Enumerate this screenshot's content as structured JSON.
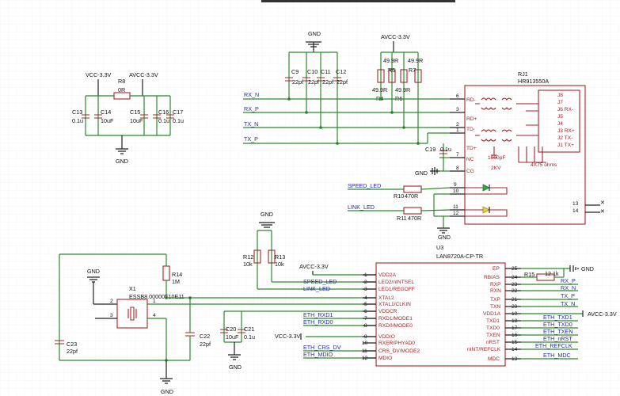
{
  "power": {
    "gnd": "GND",
    "vcc": "VCC-3.3V",
    "avcc": "AVCC-3.3V"
  },
  "filter": {
    "r8_ref": "R8",
    "r8_val": "0R",
    "c13_ref": "C13",
    "c13_val": "0.1u",
    "c14_ref": "C14",
    "c14_val": "10uF",
    "c15_ref": "C15",
    "c15_val": "10uF",
    "c16_ref": "C16",
    "c16_val": "0.1u",
    "c17_ref": "C17",
    "c17_val": "0.1u"
  },
  "term_caps": [
    {
      "ref": "C9",
      "val": "22pf"
    },
    {
      "ref": "C10",
      "val": "22pf"
    },
    {
      "ref": "C11",
      "val": "22pf"
    },
    {
      "ref": "C12",
      "val": "22pf"
    }
  ],
  "term_res": [
    {
      "ref": "R4",
      "val": "49.9R"
    },
    {
      "ref": "R5",
      "val": "49.9R"
    },
    {
      "ref": "R6",
      "val": "49.9R"
    },
    {
      "ref": "R7",
      "val": "49.9R"
    }
  ],
  "nets": {
    "rx_n": "RX_N",
    "rx_p": "RX_P",
    "tx_n": "TX_N",
    "tx_p": "TX_P",
    "speed_led": "SPEED_LED",
    "link_led": "LINK_LED",
    "eth_rxd1": "ETH_RXD1",
    "eth_rxd0": "ETH_RXD0",
    "eth_crs_dv": "ETH_CRS_DV",
    "eth_mdio": "ETH_MDIO",
    "rxp": "RX_P",
    "rxn": "RX_N",
    "txp": "TX_P",
    "txn": "TX_N",
    "eth_txd1": "ETH_TXD1",
    "eth_txd0": "ETH_TXD0",
    "eth_txen": "ETH_TXEN",
    "eth_nrst": "ETH_nRST",
    "eth_refclk": "ETH_REFCLK",
    "eth_mdc": "ETH_MDC"
  },
  "rj1": {
    "ref": "RJ1",
    "part": "HR913550A",
    "pins_left": [
      "6",
      "3",
      "2",
      "1",
      "7",
      "8",
      "9",
      "10",
      "11",
      "12"
    ],
    "pins_right": [
      "13",
      "14"
    ],
    "inner_left": [
      "RD-",
      "RD+",
      "TD-",
      "TD+",
      "NC",
      "CG"
    ],
    "inner_right": [
      "J8",
      "J7",
      "J6 RX-",
      "J5",
      "J4",
      "J3 RX+",
      "J2 TX-",
      "J1 TX+"
    ],
    "cap_note": "1000pF",
    "kv_note": "2KV",
    "res_note": "4X75 ohms"
  },
  "c19": {
    "ref": "C19",
    "val": "0.1u"
  },
  "leds": {
    "r10_ref": "R10",
    "r10_val": "470R",
    "r11_ref": "R11",
    "r11_val": "470R"
  },
  "pullups": {
    "r12_ref": "R12",
    "r12_val": "10k",
    "r13_ref": "R13",
    "r13_val": "10k"
  },
  "crystal": {
    "ref": "X1",
    "part": "ESSB8.00000F10E11",
    "r14_ref": "R14",
    "r14_val": "1M",
    "c22_ref": "C22",
    "c22_val": "22pf",
    "c23_ref": "C23",
    "c23_val": "22pf"
  },
  "decoupling": {
    "c20_ref": "C20",
    "c20_val": "10uF",
    "c21_ref": "C21",
    "c21_val": "0.1u"
  },
  "u3": {
    "ref": "U3",
    "part": "LAN8720A-CP-TR",
    "left_pins": [
      {
        "num": "1",
        "name": "VDD2A"
      },
      {
        "num": "2",
        "name": "LED2/nINTSEL"
      },
      {
        "num": "3",
        "name": "LED1/REGOFF"
      },
      {
        "num": "4",
        "name": "XTAL2"
      },
      {
        "num": "5",
        "name": "XTAL1/CLKIN"
      },
      {
        "num": "6",
        "name": "VDDCR"
      },
      {
        "num": "7",
        "name": "RXD1/MODE1"
      },
      {
        "num": "8",
        "name": "RXD0/MODE0"
      },
      {
        "num": "9",
        "name": "VDDIO"
      },
      {
        "num": "10",
        "name": "RXER/PHYAD0"
      },
      {
        "num": "11",
        "name": "CRS_DV/MODE2"
      },
      {
        "num": "12",
        "name": "MDIO"
      }
    ],
    "right_pins": [
      {
        "num": "25",
        "name": "EP"
      },
      {
        "num": "24",
        "name": "RBIAS"
      },
      {
        "num": "23",
        "name": "RXP"
      },
      {
        "num": "22",
        "name": "RXN"
      },
      {
        "num": "21",
        "name": "TXP"
      },
      {
        "num": "20",
        "name": "TXN"
      },
      {
        "num": "19",
        "name": "VDD1A"
      },
      {
        "num": "18",
        "name": "TXD1"
      },
      {
        "num": "17",
        "name": "TXD0"
      },
      {
        "num": "16",
        "name": "TXEN"
      },
      {
        "num": "15",
        "name": "nRST"
      },
      {
        "num": "14",
        "name": "nINT/REFCLK"
      },
      {
        "num": "13",
        "name": "MDC"
      }
    ],
    "r15_ref": "R15",
    "r15_val": "12.1k"
  }
}
